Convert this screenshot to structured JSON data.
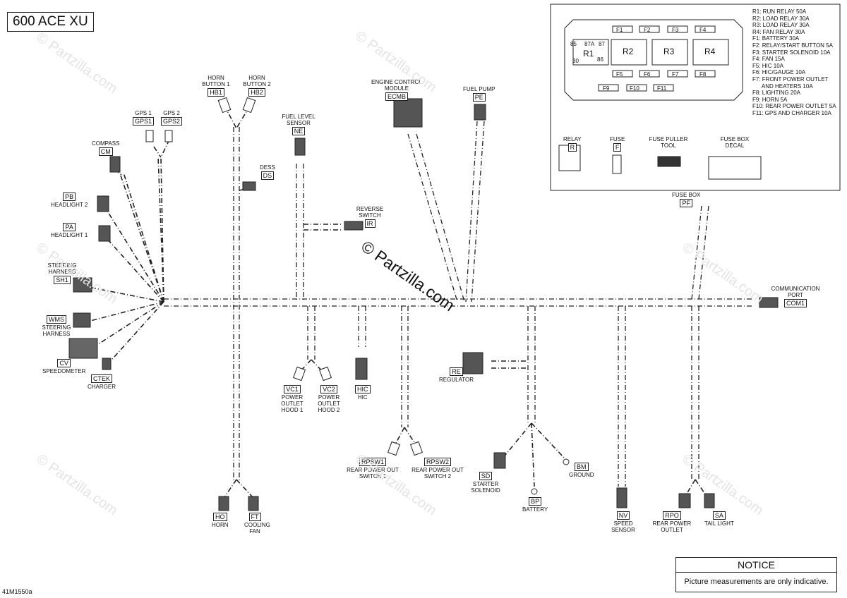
{
  "title": "600 ACE XU",
  "part_number": "41M1550a",
  "watermark": "© Partzilla.com",
  "notice": {
    "heading": "NOTICE",
    "text": "Picture measurements are only indicative."
  },
  "legend": [
    "R1: RUN RELAY 50A",
    "R2: LOAD RELAY 30A",
    "R3: LOAD RELAY 30A",
    "R4: FAN RELAY 30A",
    "F1: BATTERY 30A",
    "F2: RELAY/START BUTTON 5A",
    "F3: STARTER SOLENOID 10A",
    "F4: FAN 15A",
    "F5: HIC 10A",
    "F6: HIC/GAUGE 10A",
    "F7: FRONT POWER OUTLET",
    "      AND HEATERS 10A",
    "F8: LIGHTING 20A",
    "F9: HORN 5A",
    "F10: REAR POWER OUTLET 5A",
    "F11: GPS AND CHARGER 10A"
  ],
  "fusebox": {
    "fuses_top": [
      "F1",
      "F2",
      "F3",
      "F4"
    ],
    "fuses_mid": [
      "F5",
      "F6",
      "F7",
      "F8"
    ],
    "fuses_bot": [
      "F9",
      "F10",
      "F11"
    ],
    "relays": [
      "R1",
      "R2",
      "R3",
      "R4"
    ],
    "pins_top": [
      "85",
      "87A",
      "87"
    ],
    "pins_bot": [
      "30",
      "86"
    ],
    "parts": [
      {
        "name": "RELAY",
        "code": "R"
      },
      {
        "name": "FUSE",
        "code": "F"
      },
      {
        "name": "FUSE PULLER TOOL",
        "code": ""
      },
      {
        "name": "FUSE BOX DECAL",
        "code": ""
      }
    ]
  },
  "connectors": {
    "HB1": {
      "name": "HORN BUTTON 1",
      "code": "HB1"
    },
    "HB2": {
      "name": "HORN BUTTON 2",
      "code": "HB2"
    },
    "GPS1": {
      "name": "GPS 1",
      "code": "GPS1"
    },
    "GPS2": {
      "name": "GPS 2",
      "code": "GPS2"
    },
    "CM": {
      "name": "COMPASS",
      "code": "CM"
    },
    "PB": {
      "name": "HEADLIGHT 2",
      "code": "PB"
    },
    "PA": {
      "name": "HEADLIGHT 1",
      "code": "PA"
    },
    "SH1": {
      "name": "STEERING HARNESS",
      "code": "SH1"
    },
    "WMS": {
      "name": "STEERING HARNESS",
      "code": "WMS"
    },
    "CV": {
      "name": "SPEEDOMETER",
      "code": "CV"
    },
    "CTek": {
      "name": "CHARGER",
      "code": "CTek"
    },
    "NE": {
      "name": "FUEL LEVEL SENSOR",
      "code": "NE"
    },
    "DS": {
      "name": "DESS",
      "code": "DS"
    },
    "IR": {
      "name": "REVERSE SWITCH",
      "code": "IR"
    },
    "ECMB": {
      "name": "ENGINE CONTROL MODULE",
      "code": "ECMB"
    },
    "PE": {
      "name": "FUEL PUMP",
      "code": "PE"
    },
    "PF": {
      "name": "FUSE BOX",
      "code": "PF"
    },
    "COM1": {
      "name": "COMMUNICATION PORT",
      "code": "COM1"
    },
    "VC1": {
      "name": "POWER OUTLET HOOD 1",
      "code": "VC1"
    },
    "VC2": {
      "name": "POWER OUTLET HOOD 2",
      "code": "VC2"
    },
    "HIC": {
      "name": "HIC",
      "code": "HIC"
    },
    "RE": {
      "name": "REGULATOR",
      "code": "RE"
    },
    "RPSW1": {
      "name": "REAR POWER OUT SWITCH 1",
      "code": "RPSW1"
    },
    "RPSW2": {
      "name": "REAR POWER OUT SWITCH 2",
      "code": "RPSW2"
    },
    "SD": {
      "name": "STARTER SOLENOID",
      "code": "SD"
    },
    "BP": {
      "name": "BATTERY",
      "code": "BP"
    },
    "BM": {
      "name": "GROUND",
      "code": "BM"
    },
    "HO": {
      "name": "HORN",
      "code": "HO"
    },
    "FT": {
      "name": "COOLING FAN",
      "code": "FT"
    },
    "NV": {
      "name": "SPEED SENSOR",
      "code": "NV"
    },
    "RPO": {
      "name": "REAR POWER OUTLET",
      "code": "RPO"
    },
    "SA": {
      "name": "TAIL LIGHT",
      "code": "SA"
    }
  }
}
